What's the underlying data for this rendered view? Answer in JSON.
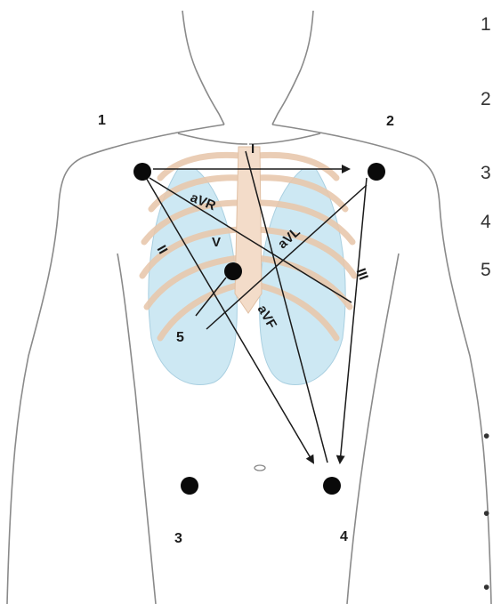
{
  "diagram": {
    "electrode_labels": [
      "1",
      "2",
      "3",
      "4",
      "5"
    ],
    "lead_labels": {
      "I": "I",
      "II": "II",
      "III": "III",
      "aVR": "aVR",
      "aVL": "aVL",
      "aVF": "aVF",
      "V": "V"
    },
    "side_list": {
      "numbers": [
        "1",
        "2",
        "3",
        "4",
        "5"
      ],
      "bullets": [
        "•",
        "•",
        "•"
      ]
    },
    "colors": {
      "outline": "#8a8a8a",
      "ribs": "#f3dcc9",
      "lungs": "#cde8f3",
      "electrode": "#0a0a0a",
      "arrow": "#1a1a1a"
    }
  }
}
